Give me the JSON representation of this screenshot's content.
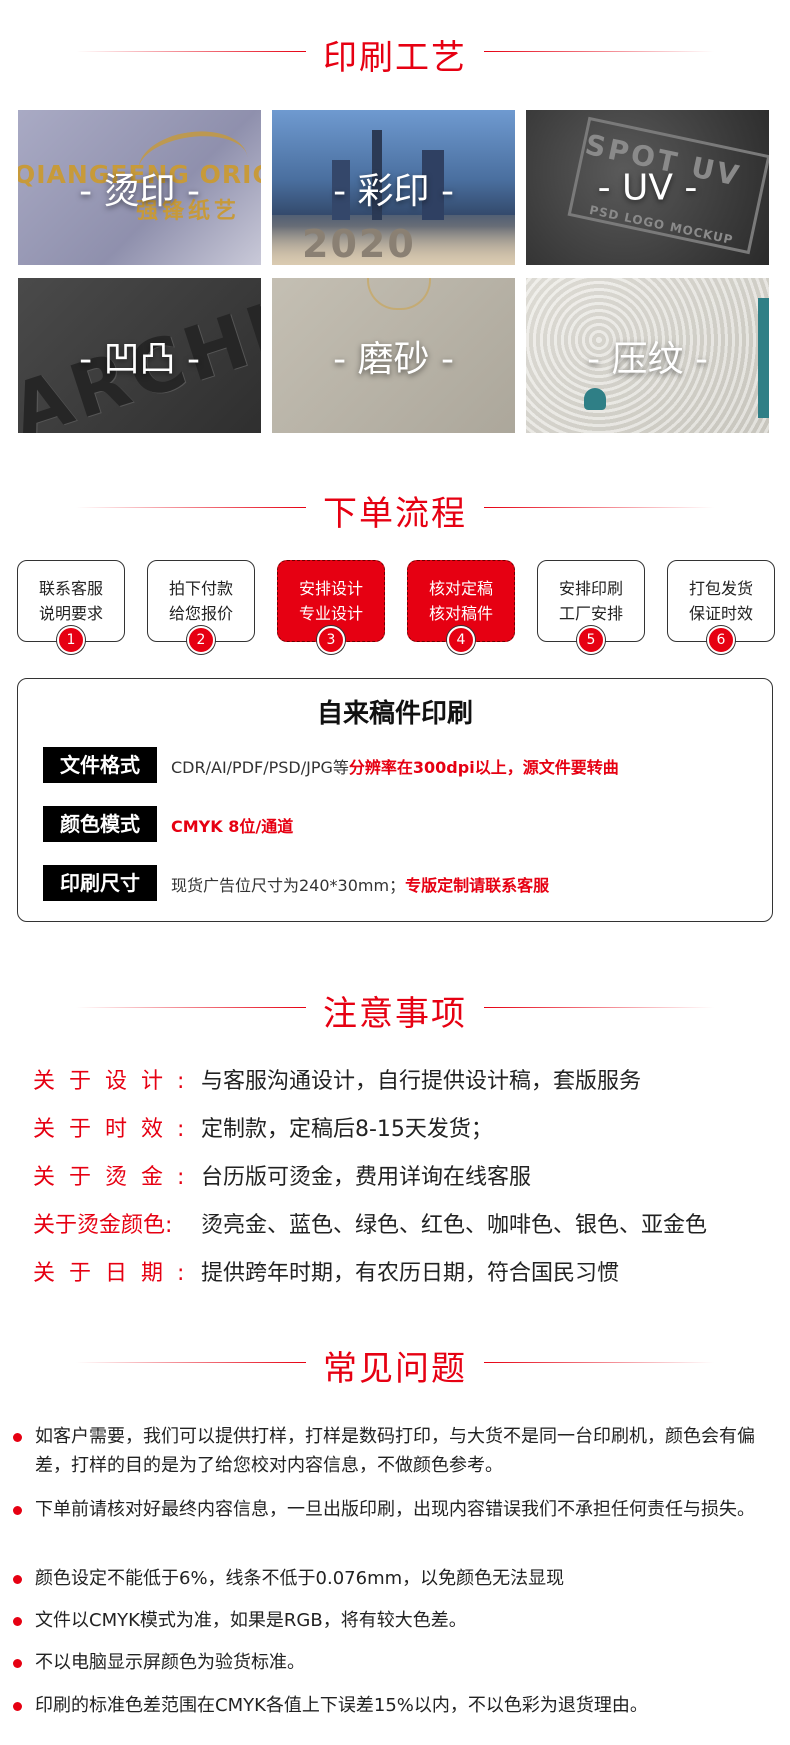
{
  "sections": {
    "craft_title": "印刷工艺",
    "process_title": "下单流程",
    "notes_title": "注意事项",
    "faq_title": "常见问题"
  },
  "crafts": [
    {
      "label": "- 烫印 -",
      "bg": "#9a9bb6",
      "overlay_text": "QIANGFENG ORIGAMI",
      "overlay_text2": "强锋纸艺"
    },
    {
      "label": "- 彩印 -",
      "bg": "#3d5c86",
      "overlay_text": "2020"
    },
    {
      "label": "- UV -",
      "bg": "#4a4a4a",
      "overlay_text": "SPOT UV",
      "overlay_text2": "PSD LOGO MOCKUP"
    },
    {
      "label": "- 凹凸 -",
      "bg": "#3b3b3b",
      "overlay_text": "ARCHI"
    },
    {
      "label": "- 磨砂 -",
      "bg": "#b8b3a8"
    },
    {
      "label": "- 压纹 -",
      "bg": "#d9d7cf"
    }
  ],
  "steps": [
    {
      "line1": "联系客服",
      "line2": "说明要求",
      "num": "1",
      "hot": false
    },
    {
      "line1": "拍下付款",
      "line2": "给您报价",
      "num": "2",
      "hot": false
    },
    {
      "line1": "安排设计",
      "line2": "专业设计",
      "num": "3",
      "hot": true
    },
    {
      "line1": "核对定稿",
      "line2": "核对稿件",
      "num": "4",
      "hot": true
    },
    {
      "line1": "安排印刷",
      "line2": "工厂安排",
      "num": "5",
      "hot": false
    },
    {
      "line1": "打包发货",
      "line2": "保证时效",
      "num": "6",
      "hot": false
    }
  ],
  "spec": {
    "title": "自来稿件印刷",
    "rows": [
      {
        "tag": "文件格式",
        "normal": "CDR/AI/PDF/PSD/JPG等",
        "red": "分辨率在300dpi以上，源文件要转曲",
        "red_first": false
      },
      {
        "tag": "颜色模式",
        "normal": "",
        "red": "CMYK 8位/通道",
        "red_first": true
      },
      {
        "tag": "印刷尺寸",
        "normal": "现货广告位尺寸为240*30mm；",
        "red": "专版定制请联系客服",
        "red_first": false
      }
    ]
  },
  "notes": [
    {
      "key": "关于设计:",
      "value": "与客服沟通设计，自行提供设计稿，套版服务"
    },
    {
      "key": "关于时效:",
      "value": "定制款，定稿后8-15天发货；"
    },
    {
      "key": "关于烫金:",
      "value": "台历版可烫金，费用详询在线客服"
    },
    {
      "key": "关于烫金颜色:",
      "value": "烫亮金、蓝色、绿色、红色、咖啡色、银色、亚金色"
    },
    {
      "key": "关于日期:",
      "value": "提供跨年时期，有农历日期，符合国民习惯"
    }
  ],
  "faq": [
    "如客户需要，我们可以提供打样，打样是数码打印，与大货不是同一台印刷机，颜色会有偏差，打样的目的是为了给您校对内容信息，不做颜色参考。",
    "下单前请核对好最终内容信息，一旦出版印刷，出现内容错误我们不承担任何责任与损失。",
    "颜色设定不能低于6%，线条不低于0.076mm，以免颜色无法显现",
    "文件以CMYK模式为准，如果是RGB，将有较大色差。",
    "不以电脑显示屏颜色为验货标准。",
    "印刷的标准色差范围在CMYK各值上下误差15%以内，不以色彩为退货理由。"
  ],
  "colors": {
    "accent": "#e60012",
    "dark": "#000000"
  }
}
